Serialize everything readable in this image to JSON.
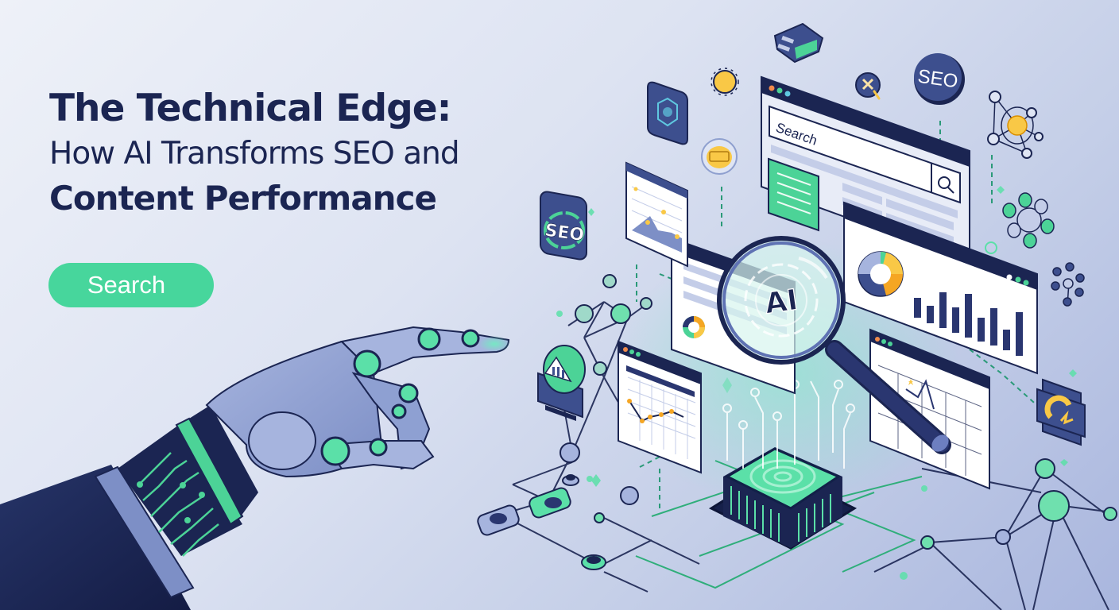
{
  "hero": {
    "title_line1": "The Technical Edge:",
    "title_line2": "How AI Transforms SEO and",
    "title_line3": "Content Performance",
    "cta_label": "Search"
  },
  "illustration": {
    "browser_search_placeholder": "Search",
    "seo_badge_circle": "SEO",
    "seo_badge_square": "SEO",
    "magnifier_label": "AI",
    "icons": [
      "robot-hand-icon",
      "magnifying-glass-icon",
      "ai-chip-icon",
      "file-cabinet-icon",
      "compass-icon",
      "seo-circle-badge-icon",
      "sun-gear-icon",
      "counter-badge-icon",
      "network-hexagon-icon",
      "molecule-network-icon",
      "refresh-bolt-icon",
      "mail-chart-icon",
      "donut-chart-icon",
      "bar-chart-icon",
      "line-chart-icon"
    ]
  },
  "colors": {
    "navy": "#1b2552",
    "accent_green": "#47d69c",
    "panel_blue": "#3d4f8e",
    "orange": "#f5a623",
    "yellow": "#f9c846",
    "window_dot_orange": "#f08a4b",
    "window_dot_green": "#4cd397",
    "window_dot_cyan": "#5fc8e0"
  }
}
